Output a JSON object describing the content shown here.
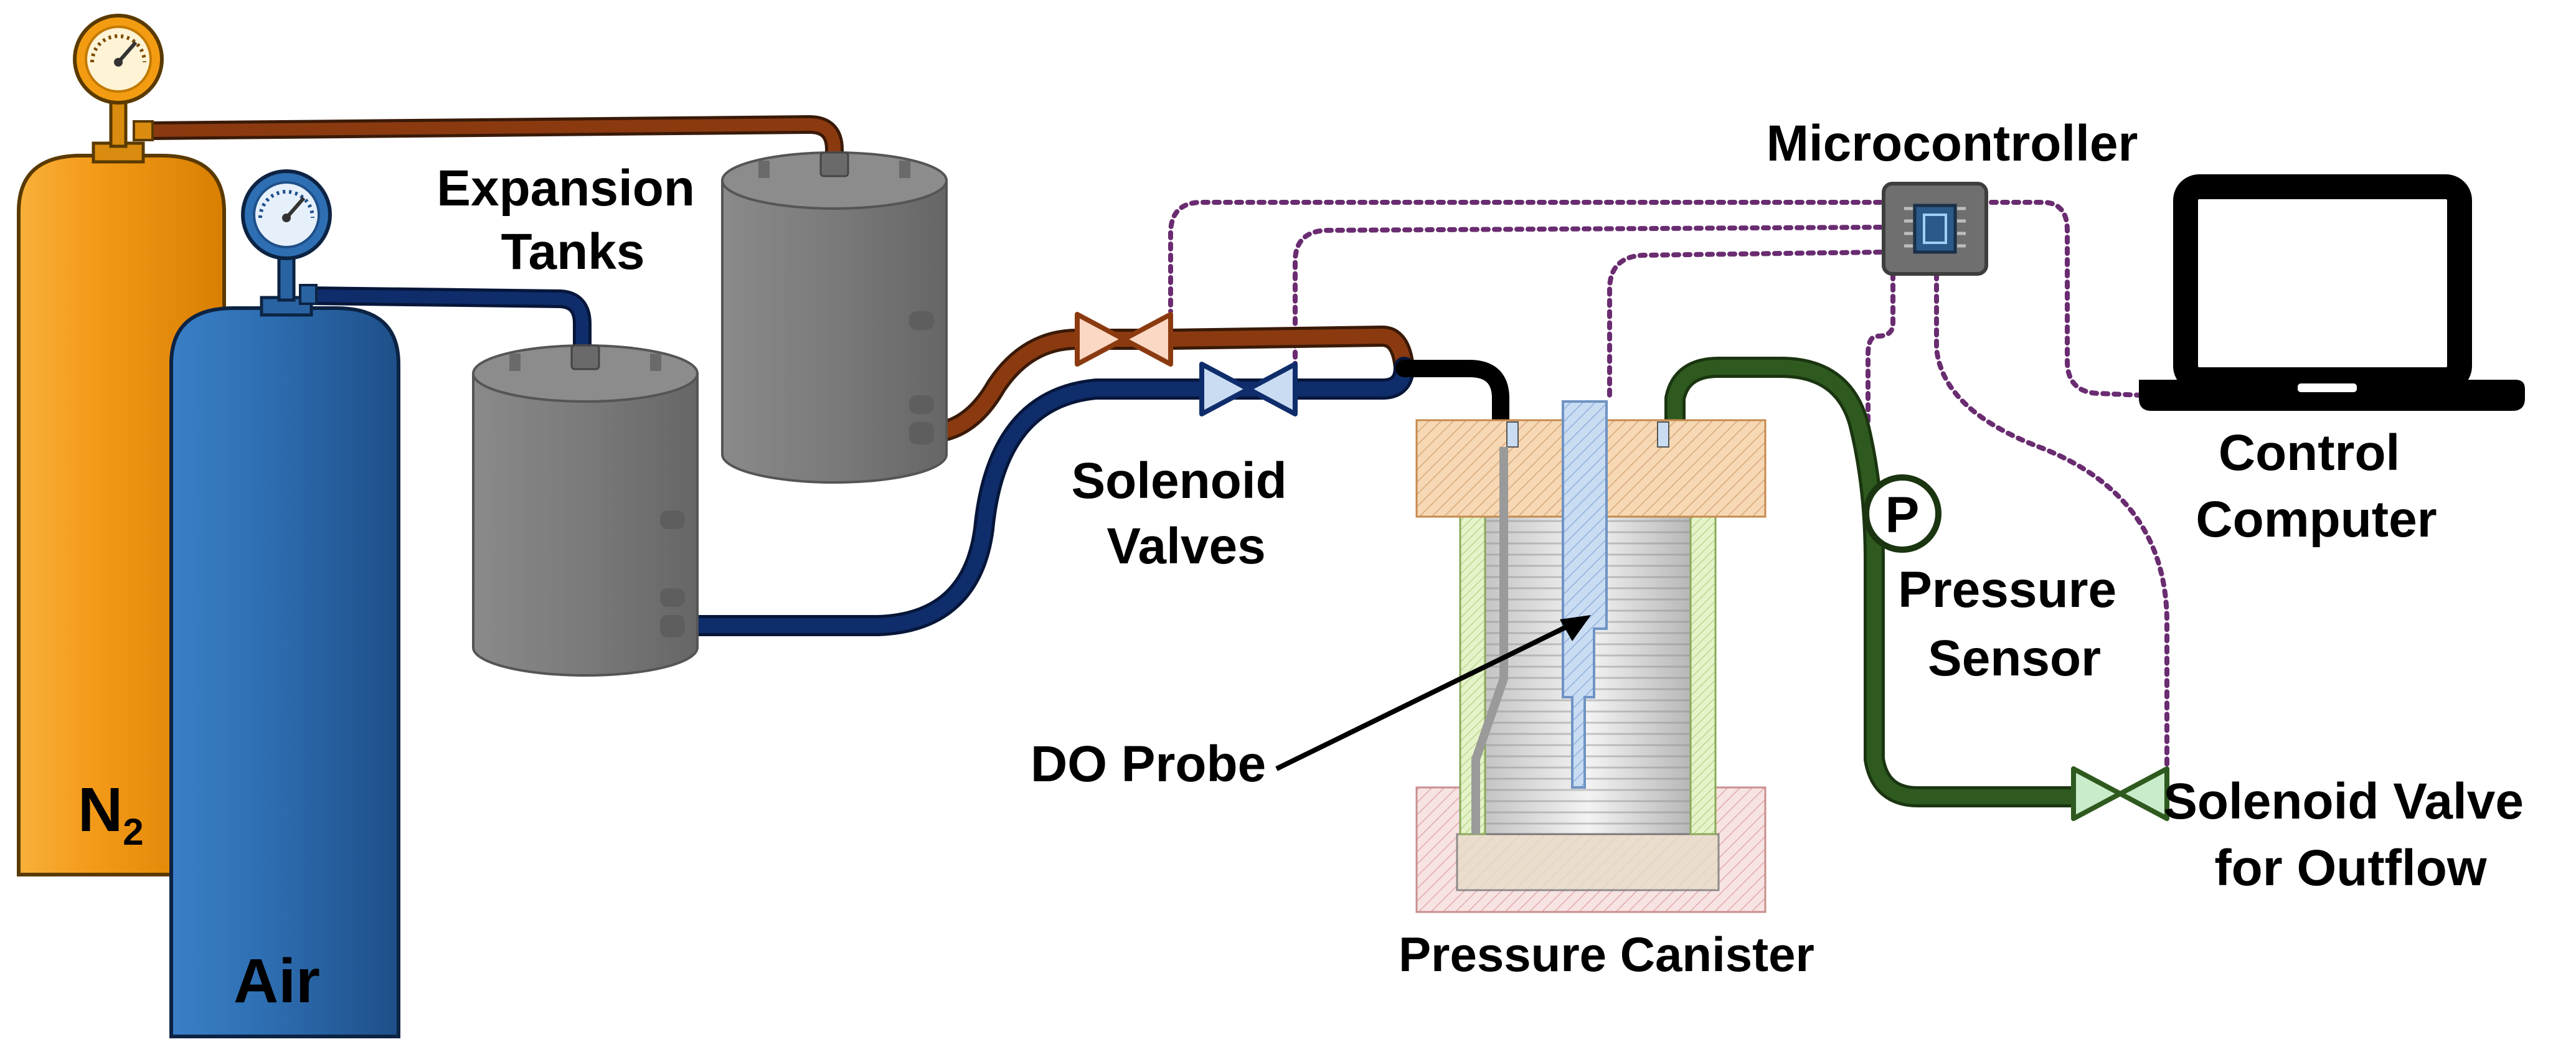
{
  "labels": {
    "expansion_tanks": [
      "Expansion",
      "Tanks"
    ],
    "solenoid_valves": [
      "Solenoid",
      "Valves"
    ],
    "microcontroller": "Microcontroller",
    "control_computer": [
      "Control",
      "Computer"
    ],
    "pressure_sensor": [
      "Pressure",
      "Sensor"
    ],
    "pressure_sensor_symbol": "P",
    "do_probe": "DO Probe",
    "pressure_canister": "Pressure Canister",
    "outflow_valve": [
      "Solenoid Valve",
      "for Outflow"
    ],
    "n2_tank": "N",
    "n2_subscript": "2",
    "air_tank": "Air"
  },
  "colors": {
    "n2_tank": "#f39c12",
    "air_tank": "#2e6fb3",
    "expansion_tank": "#7f7f7f",
    "n2_line": "#8b3a10",
    "air_line": "#0f2d6b",
    "outflow_line": "#2f5a1f",
    "signal_wire": "#6a2c70",
    "n2_valve_fill": "#fbd8c3",
    "air_valve_fill": "#c9dcf2",
    "outflow_valve_fill": "#c9eccb"
  }
}
